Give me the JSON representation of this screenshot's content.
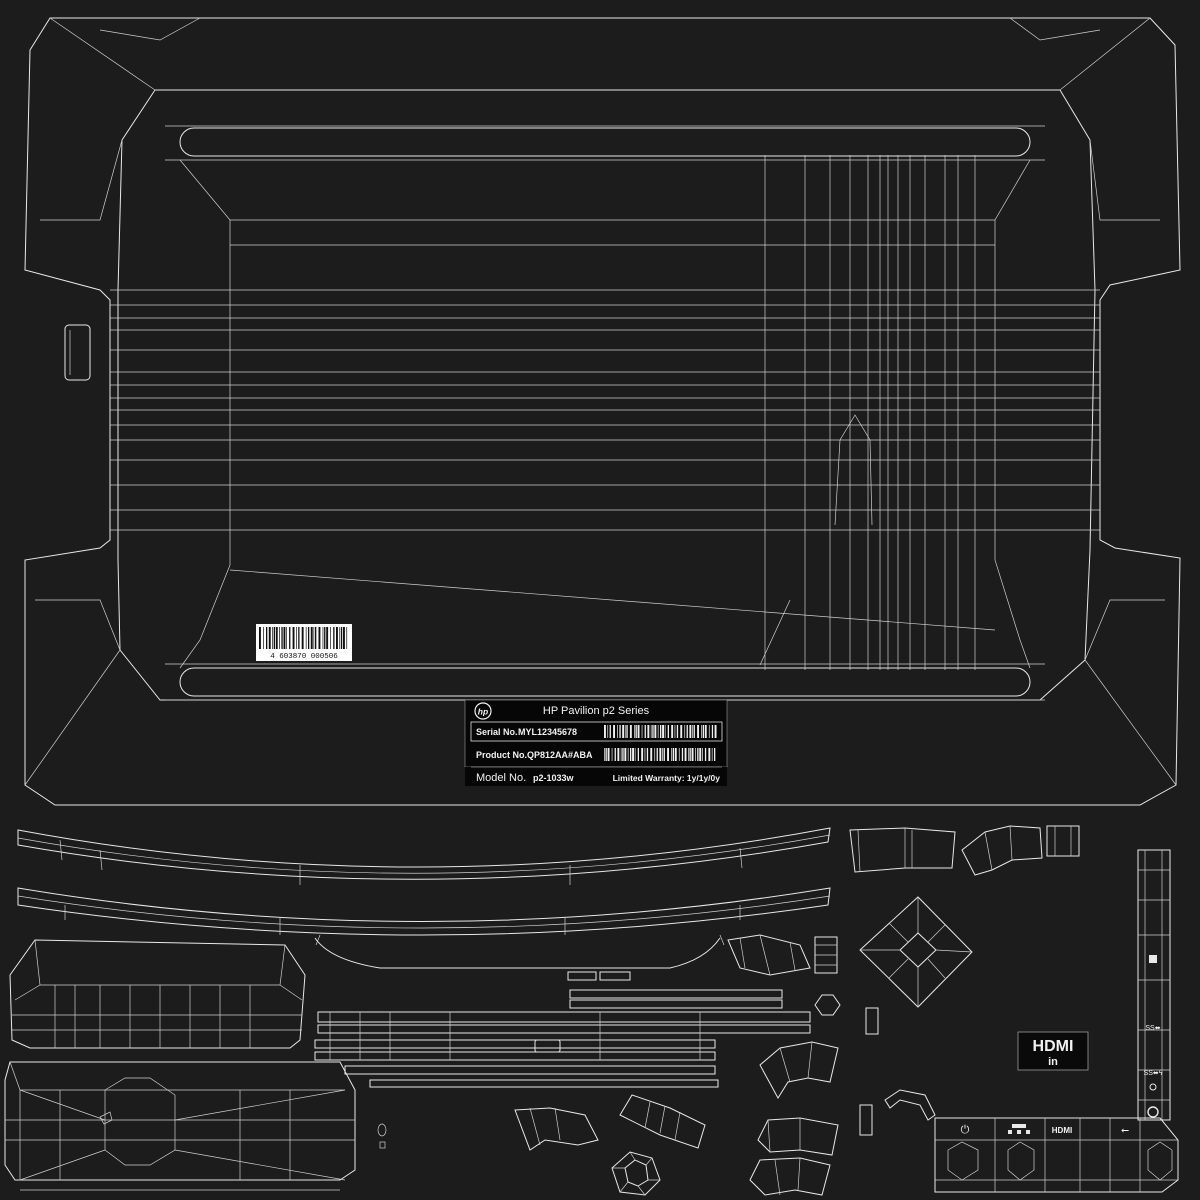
{
  "barcode_small": {
    "digits": "4 603870 000506"
  },
  "product_label": {
    "logo_text": "hp",
    "series": "HP Pavilion p2 Series",
    "serial_label": "Serial No.",
    "serial_value": "MYL12345678",
    "product_label": "Product No.",
    "product_value": "QP812AA#ABA",
    "model_label": "Model No.",
    "model_value": "p2-1033w",
    "warranty": "Limited Warranty: 1y/1y/0y"
  },
  "hdmi_in_badge": {
    "title": "HDMI",
    "subtitle": "in"
  },
  "port_strip": {
    "hdmi_text": "HDMI"
  }
}
